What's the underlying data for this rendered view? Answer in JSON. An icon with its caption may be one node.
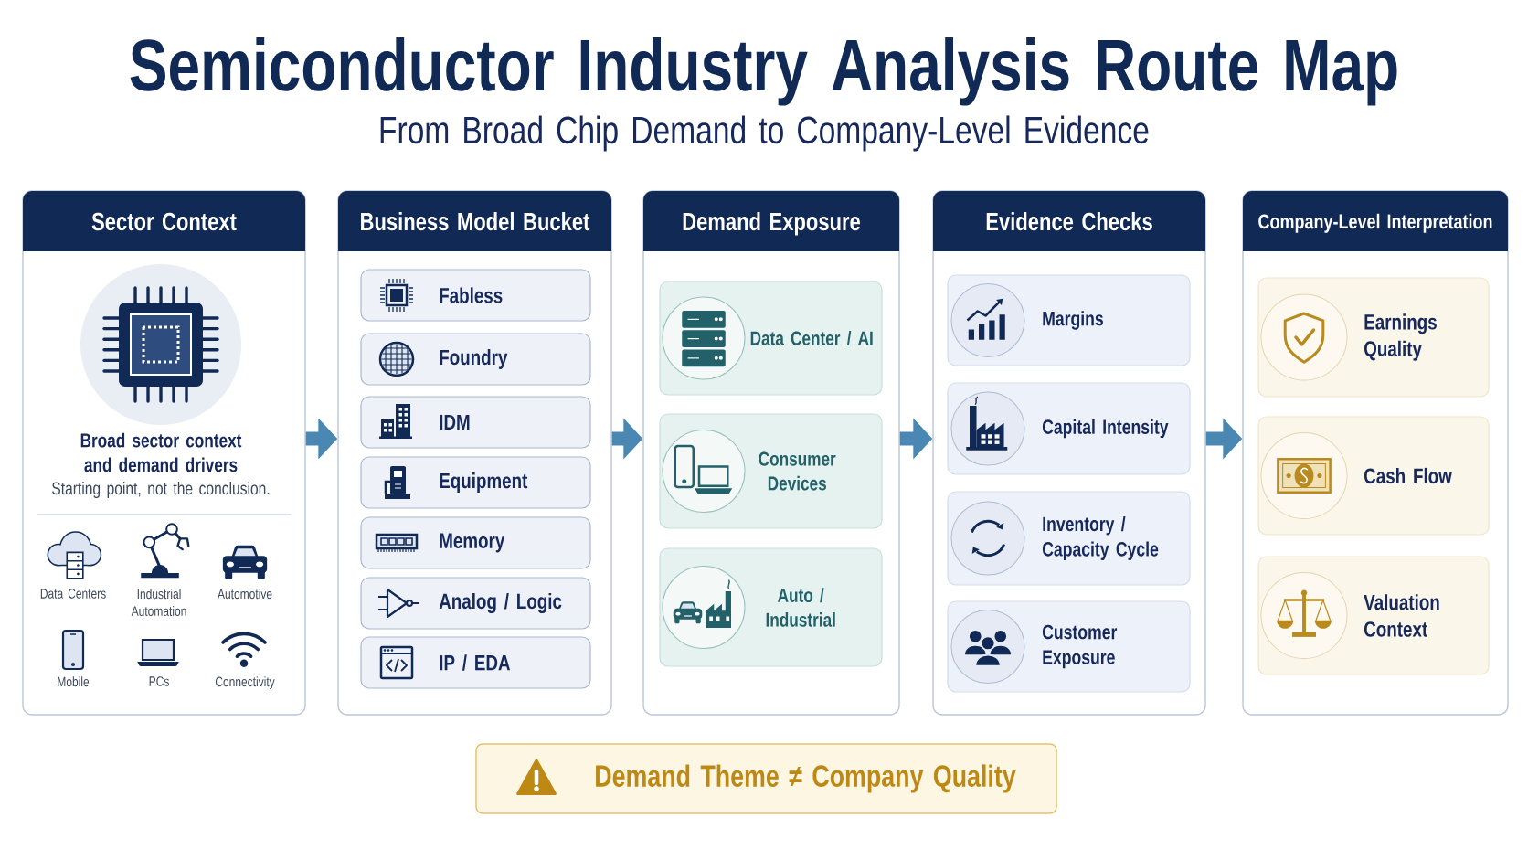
{
  "diagram": {
    "title": "Semiconductor Industry Analysis Route Map",
    "nodes": [
      {
        "text": [
          "Sector Context",
          "Broad sector context and demand drivers",
          "Starting point, not the conclusion."
        ]
      },
      {
        "text": [
          "Business Model Bucket"
        ]
      },
      {
        "text": [
          "Fabless"
        ],
        "in": 1
      },
      {
        "text": [
          "Foundry"
        ],
        "in": 1
      },
      {
        "text": [
          "IDM"
        ],
        "in": 1
      },
      {
        "text": [
          "Equipment"
        ],
        "in": 1
      },
      {
        "text": [
          "Memory"
        ],
        "in": 1
      },
      {
        "text": [
          "Analog / Logic"
        ],
        "in": 1
      },
      {
        "text": [
          "IP / EDA"
        ],
        "in": 1
      },
      {
        "text": [
          "Demand Exposure"
        ]
      },
      {
        "text": [
          "Data Center / AI"
        ],
        "in": 9
      },
      {
        "text": [
          "Consumer Devices"
        ],
        "in": 9
      },
      {
        "text": [
          "Auto / Industrial"
        ],
        "in": 9
      },
      {
        "text": [
          "Evidence Checks"
        ]
      },
      {
        "text": [
          "Margins"
        ],
        "in": 13
      },
      {
        "text": [
          "Capital Intensity"
        ],
        "in": 13
      },
      {
        "text": [
          "Inventory / Capacity Cycle"
        ],
        "in": 13
      },
      {
        "text": [
          "Customer Exposure"
        ],
        "in": 13
      },
      {
        "text": [
          "Company-Level Interpretation"
        ]
      },
      {
        "text": [
          "Earnings Quality"
        ],
        "in": 18
      },
      {
        "text": [
          "Cash Flow"
        ],
        "in": 18
      },
      {
        "text": [
          "Valuation Context"
        ],
        "in": 18
      },
      {
        "text": [
          "Demand Theme ≠ Company Quality"
        ]
      }
    ],
    "edges": [
      {
        "from": 0,
        "to": 1,
        "arrow": "to"
      },
      {
        "from": 1,
        "to": 9,
        "arrow": "to"
      },
      {
        "from": 9,
        "to": 13,
        "arrow": "to"
      },
      {
        "from": 13,
        "to": 18,
        "arrow": "to"
      }
    ],
    "labels": [
      "From Broad Chip Demand to Company-Level Evidence",
      "Data Centers",
      "Industrial Automation",
      "Automotive",
      "Mobile",
      "PCs",
      "Connectivity"
    ]
  }
}
